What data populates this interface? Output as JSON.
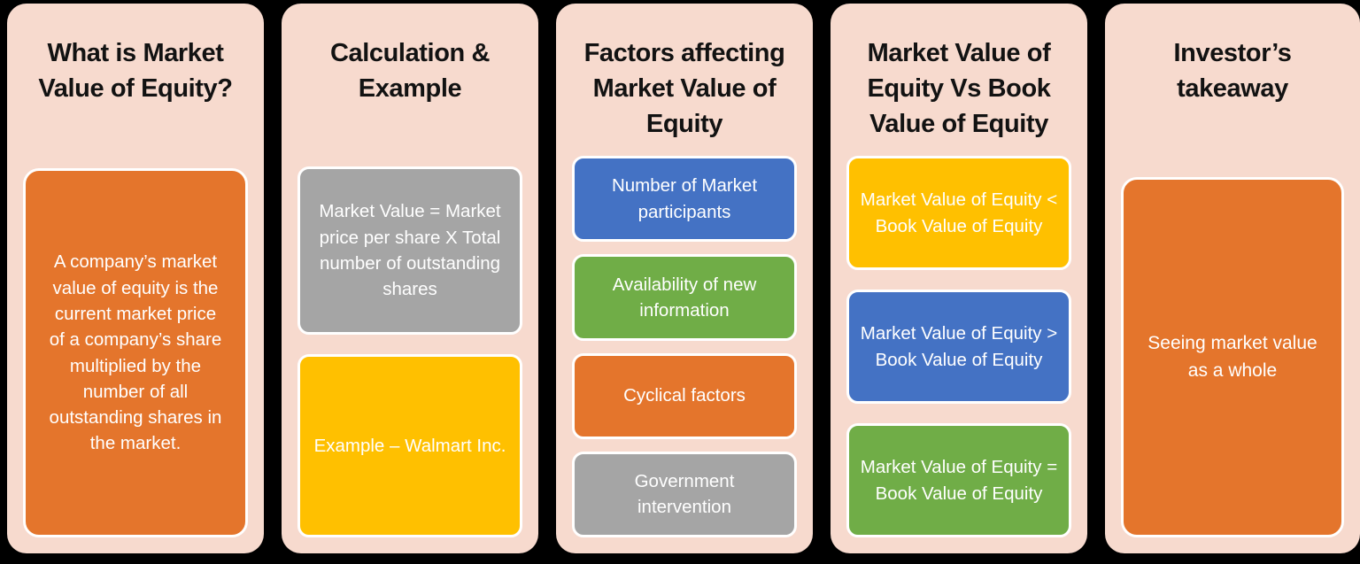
{
  "infographic": {
    "background_color": "#000000",
    "card_color": "#F7DACE",
    "palette": {
      "orange": "#E4752C",
      "gray": "#A5A5A5",
      "yellow": "#FFC000",
      "blue": "#4472C4",
      "green": "#70AD47",
      "white": "#FFFFFF",
      "heading_text": "#121212"
    },
    "columns": [
      {
        "heading": "What is Market Value of Equity?",
        "boxes": [
          {
            "text": "A company’s market value of equity is the current market price of a company’s share multiplied by the number of all outstanding shares in the market.",
            "color": "#E4752C",
            "color_name": "orange"
          }
        ]
      },
      {
        "heading": "Calculation & Example",
        "boxes": [
          {
            "text": "Market Value = Market price per share X Total number of outstanding shares",
            "color": "#A5A5A5",
            "color_name": "gray"
          },
          {
            "text": "Example – Walmart Inc.",
            "color": "#FFC000",
            "color_name": "yellow"
          }
        ]
      },
      {
        "heading": "Factors affecting Market Value of Equity",
        "boxes": [
          {
            "text": "Number of Market participants",
            "color": "#4472C4",
            "color_name": "blue"
          },
          {
            "text": "Availability of new information",
            "color": "#70AD47",
            "color_name": "green"
          },
          {
            "text": "Cyclical factors",
            "color": "#E4752C",
            "color_name": "orange"
          },
          {
            "text": "Government intervention",
            "color": "#A5A5A5",
            "color_name": "gray"
          }
        ]
      },
      {
        "heading": "Market Value of Equity Vs Book Value of Equity",
        "boxes": [
          {
            "text": "Market Value of Equity < Book Value of Equity",
            "color": "#FFC000",
            "color_name": "yellow"
          },
          {
            "text": "Market Value of Equity > Book Value of Equity",
            "color": "#4472C4",
            "color_name": "blue"
          },
          {
            "text": "Market Value of Equity = Book Value of Equity",
            "color": "#70AD47",
            "color_name": "green"
          }
        ]
      },
      {
        "heading": "Investor’s takeaway",
        "boxes": [
          {
            "text": "Seeing market value as a whole",
            "color": "#E4752C",
            "color_name": "orange"
          }
        ]
      }
    ]
  }
}
